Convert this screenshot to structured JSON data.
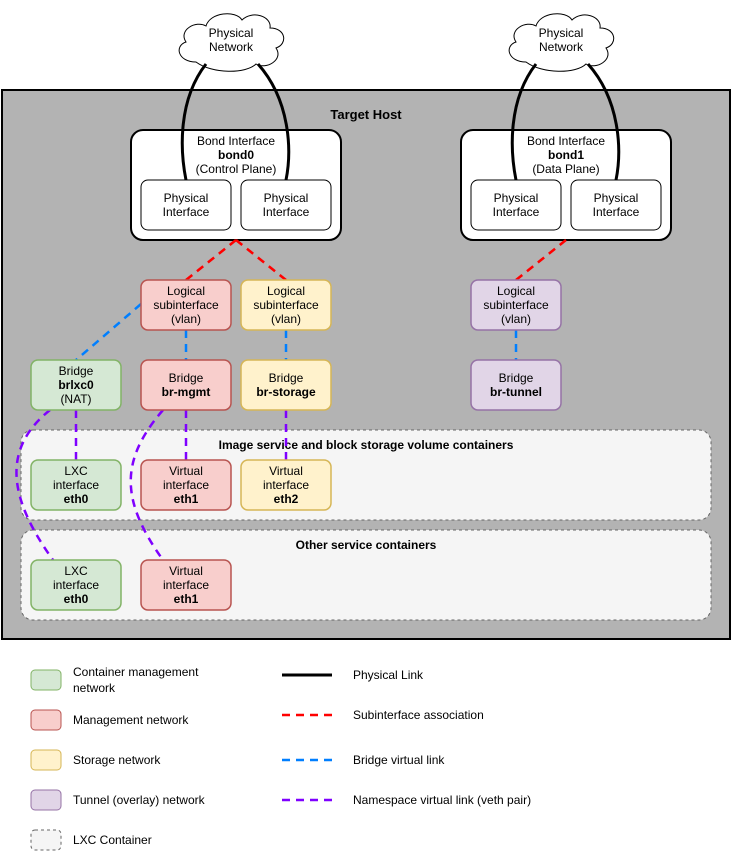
{
  "colors": {
    "host_fill": "#b3b3b3",
    "container_mgmt": {
      "fill": "#d5e8d4",
      "stroke": "#82b366"
    },
    "management": {
      "fill": "#f8cecc",
      "stroke": "#b85450"
    },
    "storage": {
      "fill": "#fff2cc",
      "stroke": "#d6b656"
    },
    "tunnel": {
      "fill": "#e1d5e7",
      "stroke": "#9673a6"
    },
    "container_fill": "#f5f5f5",
    "physical_link": "#000000",
    "subinterface_link": "#ff0000",
    "bridge_link": "#007fff",
    "namespace_link": "#7f00ff"
  },
  "clouds": [
    {
      "line1": "Physical",
      "line2": "Network"
    },
    {
      "line1": "Physical",
      "line2": "Network"
    }
  ],
  "host": {
    "title": "Target Host"
  },
  "bonds": [
    {
      "line1": "Bond Interface",
      "name": "bond0",
      "line3": "(Control Plane)",
      "phys": [
        "Physical",
        "Interface"
      ]
    },
    {
      "line1": "Bond Interface",
      "name": "bond1",
      "line3": "(Data Plane)",
      "phys": [
        "Physical",
        "Interface"
      ]
    }
  ],
  "subinterface": {
    "line1": "Logical",
    "line2": "subinterface",
    "line3": "(vlan)"
  },
  "bridges": {
    "brlxc0": {
      "line1": "Bridge",
      "name": "brlxc0",
      "line3": "(NAT)"
    },
    "mgmt": {
      "line1": "Bridge",
      "name": "br-mgmt"
    },
    "storage": {
      "line1": "Bridge",
      "name": "br-storage"
    },
    "tunnel": {
      "line1": "Bridge",
      "name": "br-tunnel"
    }
  },
  "containers": [
    {
      "title": "Image service and block storage volume containers",
      "ifaces": [
        {
          "line1": "LXC",
          "line2": "interface",
          "name": "eth0"
        },
        {
          "line1": "Virtual",
          "line2": "interface",
          "name": "eth1"
        },
        {
          "line1": "Virtual",
          "line2": "interface",
          "name": "eth2"
        }
      ]
    },
    {
      "title": "Other service containers",
      "ifaces": [
        {
          "line1": "LXC",
          "line2": "interface",
          "name": "eth0"
        },
        {
          "line1": "Virtual",
          "line2": "interface",
          "name": "eth1"
        }
      ]
    }
  ],
  "legend": {
    "networks": [
      {
        "line1": "Container management",
        "line2": "network"
      },
      {
        "line1": "Management network"
      },
      {
        "line1": "Storage network"
      },
      {
        "line1": "Tunnel (overlay) network"
      },
      {
        "line1": "LXC Container"
      }
    ],
    "links": [
      "Physical Link",
      "Subinterface association",
      "Bridge virtual link",
      "Namespace virtual link (veth pair)"
    ]
  }
}
